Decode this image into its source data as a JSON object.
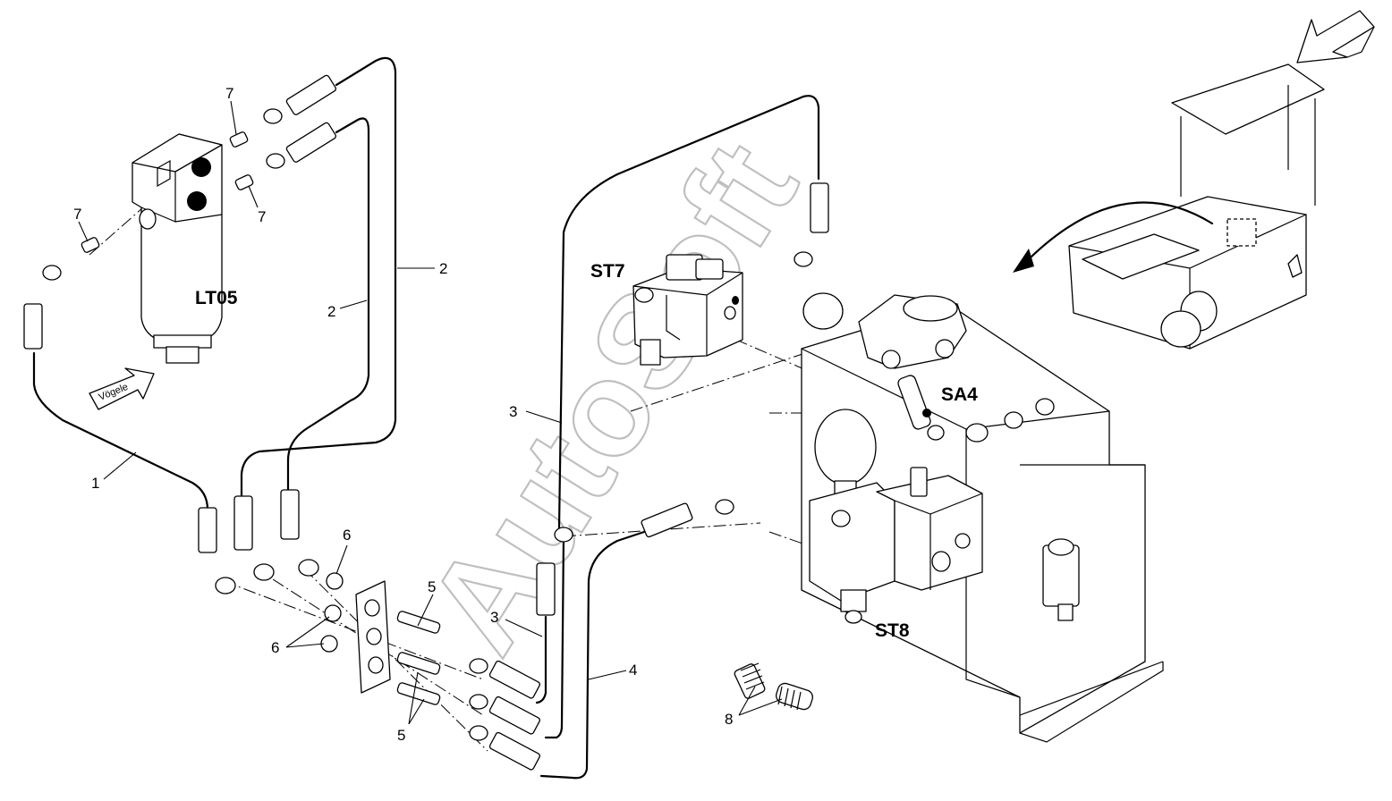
{
  "watermark": "AutoSoft",
  "component_codes": {
    "filter": "LT05",
    "valve_upper": "ST7",
    "accumulator_block": "SA4",
    "valve_lower": "ST8"
  },
  "direction_badge": "Vögele",
  "callouts": {
    "hose_1": "1",
    "hose_2a": "2",
    "hose_2b": "2",
    "hose_3a": "3",
    "hose_3b": "3",
    "hose_4": "4",
    "union_5a": "5",
    "union_5b": "5",
    "nut_6a": "6",
    "nut_6b": "6",
    "hose_guard_8": "8",
    "fitting_7a": "7",
    "fitting_7b": "7",
    "fitting_7c": "7"
  }
}
